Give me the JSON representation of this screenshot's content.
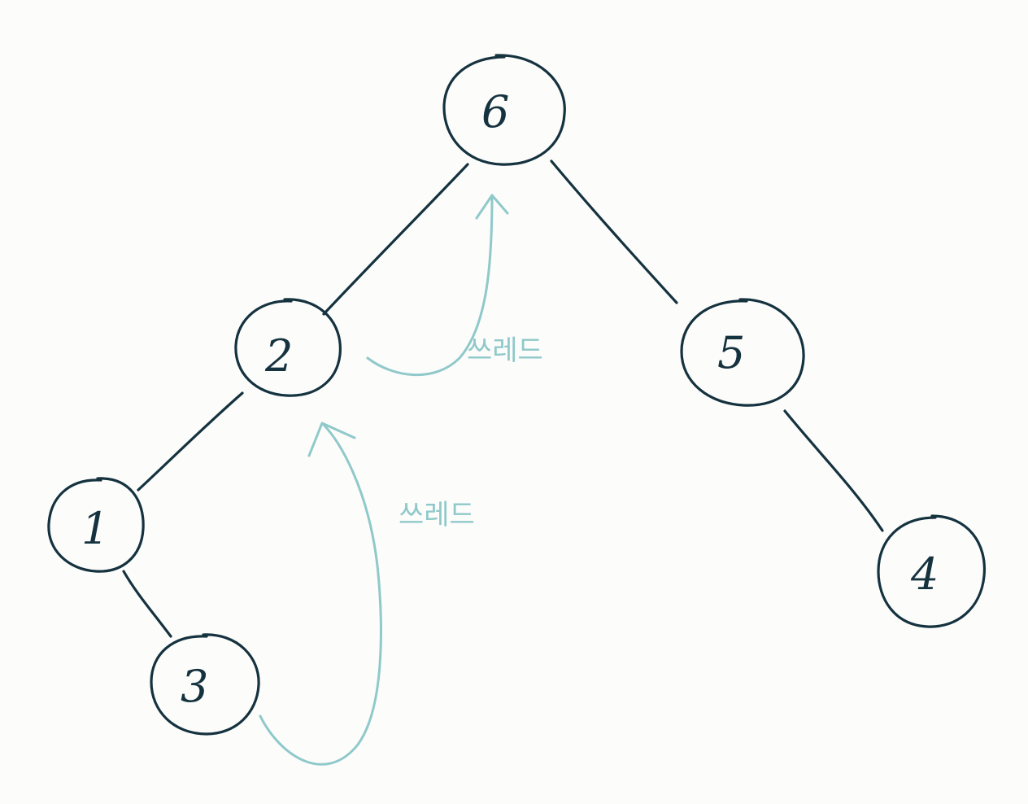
{
  "diagram": {
    "type": "binary-tree",
    "nodes": [
      {
        "id": "n6",
        "label": "6"
      },
      {
        "id": "n2",
        "label": "2"
      },
      {
        "id": "n5",
        "label": "5"
      },
      {
        "id": "n1",
        "label": "1"
      },
      {
        "id": "n4",
        "label": "4"
      },
      {
        "id": "n3",
        "label": "3"
      }
    ],
    "edges": [
      {
        "from": "n6",
        "to": "n2"
      },
      {
        "from": "n6",
        "to": "n5"
      },
      {
        "from": "n2",
        "to": "n1"
      },
      {
        "from": "n5",
        "to": "n4"
      },
      {
        "from": "n1",
        "to": "n3"
      }
    ],
    "threads": [
      {
        "from": "n2",
        "to": "n6",
        "label": "쓰레드"
      },
      {
        "from": "n3",
        "to": "n2",
        "label": "쓰레드"
      }
    ],
    "colors": {
      "ink": "#15323f",
      "thread": "#8fc9c9",
      "background": "#fcfcfb"
    }
  }
}
